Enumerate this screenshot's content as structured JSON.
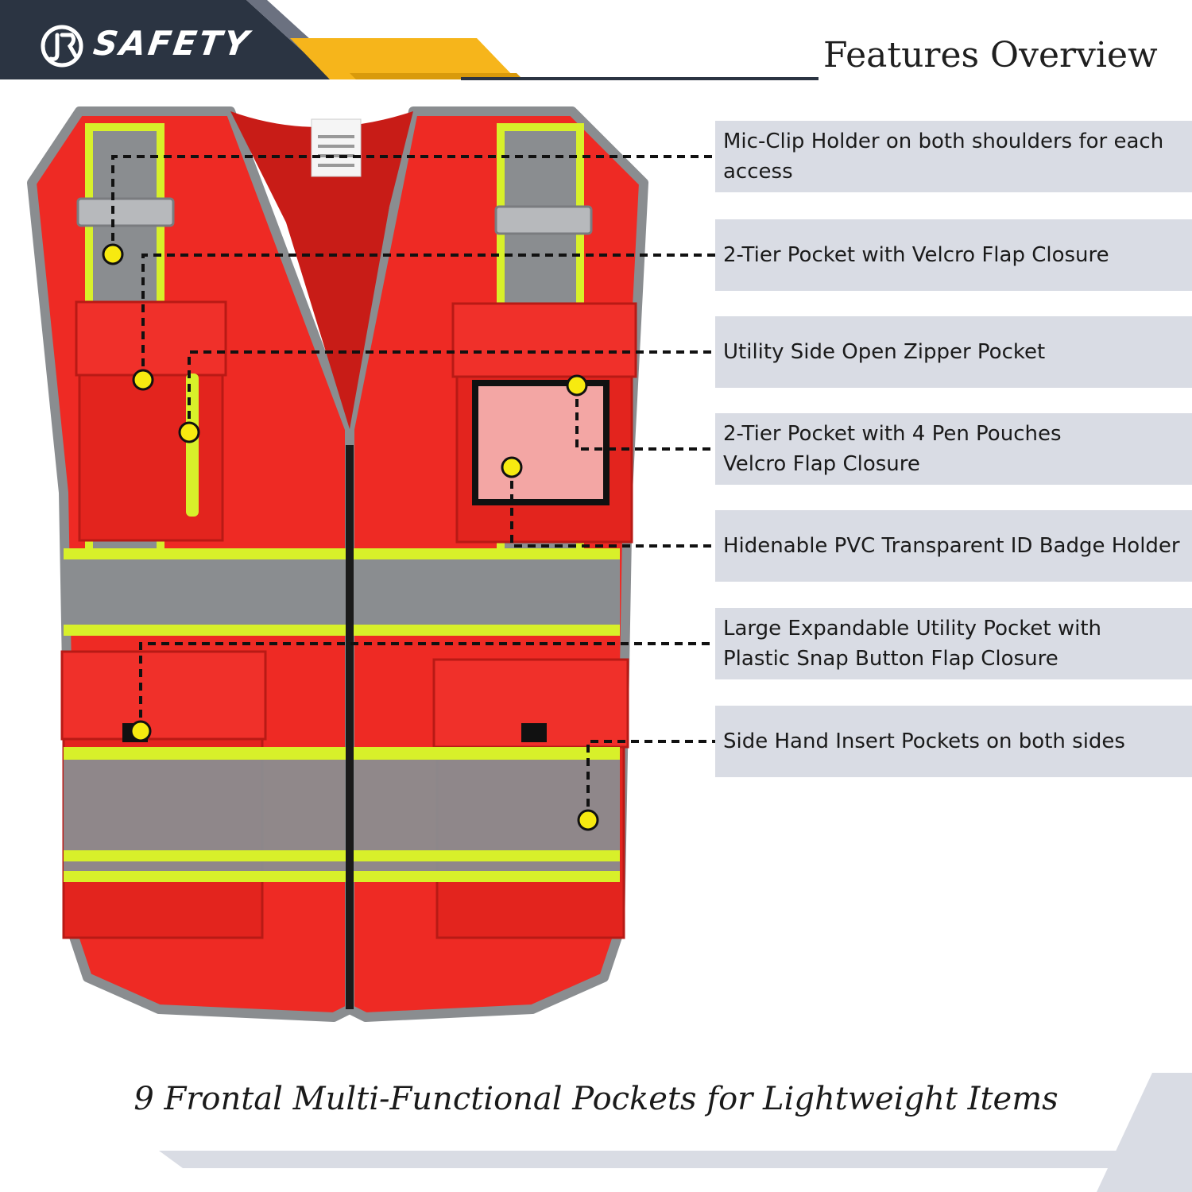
{
  "brand": {
    "name": "SAFETY"
  },
  "header": {
    "title": "Features Overview"
  },
  "features": [
    {
      "label": "Mic-Clip Holder on both shoulders for each access"
    },
    {
      "label": "2-Tier Pocket with Velcro Flap Closure"
    },
    {
      "label": "Utility Side Open Zipper Pocket"
    },
    {
      "label": "2-Tier Pocket with 4 Pen Pouches Velcro Flap Closure"
    },
    {
      "label": "Hidenable PVC Transparent ID Badge Holder"
    },
    {
      "label": "Large Expandable Utility Pocket with Plastic Snap Button Flap Closure"
    },
    {
      "label": "Side Hand Insert Pockets on both sides"
    }
  ],
  "caption": {
    "text": "9 Frontal Multi-Functional Pockets for Lightweight Items"
  },
  "colors": {
    "header_navy": "#2b3442",
    "header_grey": "#6b7180",
    "accent_yellow": "#f6b51b",
    "box_grey": "#d9dce4",
    "vest_red": "#ee2a24",
    "reflective_grey": "#8a8d90",
    "trim_lime": "#d8f02a",
    "callout_dot": "#f7ea10"
  }
}
